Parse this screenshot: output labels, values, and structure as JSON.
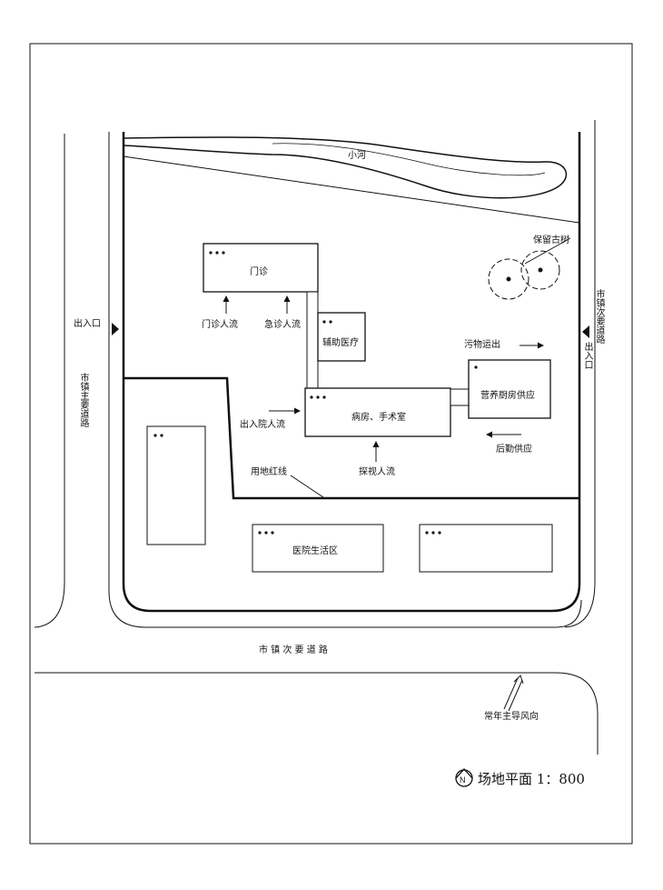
{
  "labels": {
    "river": "小河",
    "trees": "保留古树",
    "outpatient": "门诊",
    "outpatient_flow": "门诊人流",
    "emergency_flow": "急诊人流",
    "auxiliary": "辅助医疗",
    "wards": "病房、手术室",
    "in_out_flow": "出入院人流",
    "visitor_flow": "探视人流",
    "waste_out": "污物运出",
    "kitchen": "营养厨房供应",
    "logistics": "后勤供应",
    "red_line": "用地红线",
    "living_area": "医院生活区",
    "entrance_left": "出入口",
    "entrance_right": "出入口",
    "road_main_left": "市镇主要道路",
    "road_secondary_right": "市镇次要道路",
    "road_secondary_bottom": "市 镇 次 要 道 路",
    "wind": "常年主导风向",
    "plan_title": "场地平面 1：800"
  },
  "colors": {
    "line": "#111111",
    "background": "#ffffff"
  },
  "icons": {
    "north": "north-arrow-icon",
    "wind": "wind-arrow-icon",
    "tree": "tree-icon",
    "entrance": "triangle-entrance-icon"
  }
}
